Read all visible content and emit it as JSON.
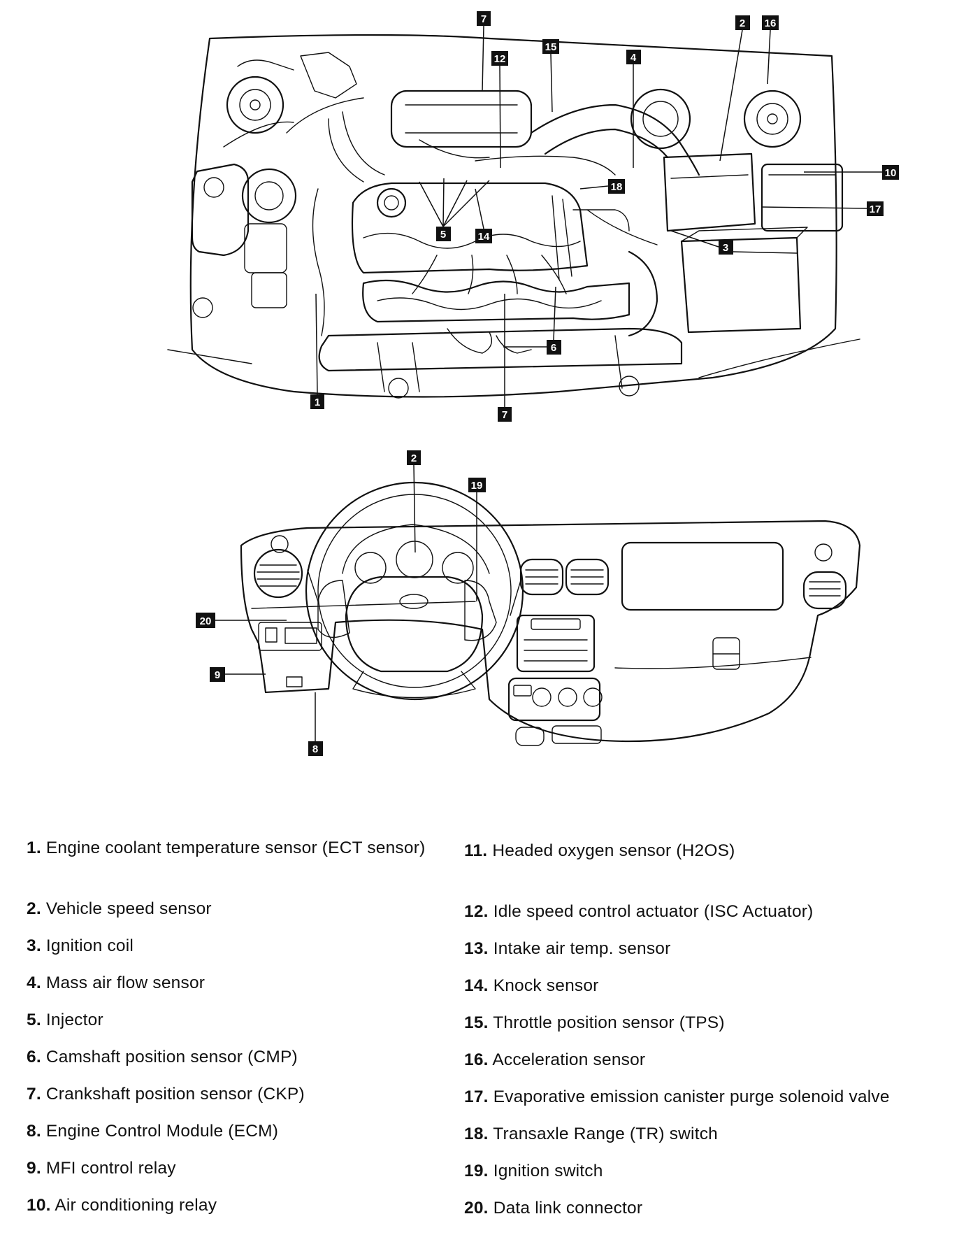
{
  "callouts": {
    "c1": "1",
    "c2": "2",
    "c3": "3",
    "c4": "4",
    "c5": "5",
    "c6": "6",
    "c7a": "7",
    "c7b": "7",
    "c8": "8",
    "c9": "9",
    "c10": "10",
    "c12": "12",
    "c14": "14",
    "c15": "15",
    "c16": "16",
    "c17": "17",
    "c18": "18",
    "c2dash": "2",
    "c19": "19",
    "c20": "20"
  },
  "legend": {
    "items": [
      {
        "num": "1.",
        "text": "Engine coolant temperature sensor (ECT sensor)"
      },
      {
        "num": "2.",
        "text": "Vehicle speed sensor"
      },
      {
        "num": "3.",
        "text": "Ignition coil"
      },
      {
        "num": "4.",
        "text": "Mass air flow sensor"
      },
      {
        "num": "5.",
        "text": "Injector"
      },
      {
        "num": "6.",
        "text": "Camshaft position sensor (CMP)"
      },
      {
        "num": "7.",
        "text": "Crankshaft position sensor (CKP)"
      },
      {
        "num": "8.",
        "text": "Engine Control Module (ECM)"
      },
      {
        "num": "9.",
        "text": "MFI control relay"
      },
      {
        "num": "10.",
        "text": "Air conditioning relay"
      },
      {
        "num": "11.",
        "text": "Headed oxygen sensor (H2OS)"
      },
      {
        "num": "12.",
        "text": "Idle speed control actuator (ISC Actuator)"
      },
      {
        "num": "13.",
        "text": "Intake air temp. sensor"
      },
      {
        "num": "14.",
        "text": "Knock sensor"
      },
      {
        "num": "15.",
        "text": "Throttle position sensor (TPS)"
      },
      {
        "num": "16.",
        "text": "Acceleration sensor"
      },
      {
        "num": "17.",
        "text": "Evaporative emission canister purge solenoid valve"
      },
      {
        "num": "18.",
        "text": "Transaxle Range (TR) switch"
      },
      {
        "num": "19.",
        "text": "Ignition switch"
      },
      {
        "num": "20.",
        "text": "Data link connector"
      }
    ]
  }
}
